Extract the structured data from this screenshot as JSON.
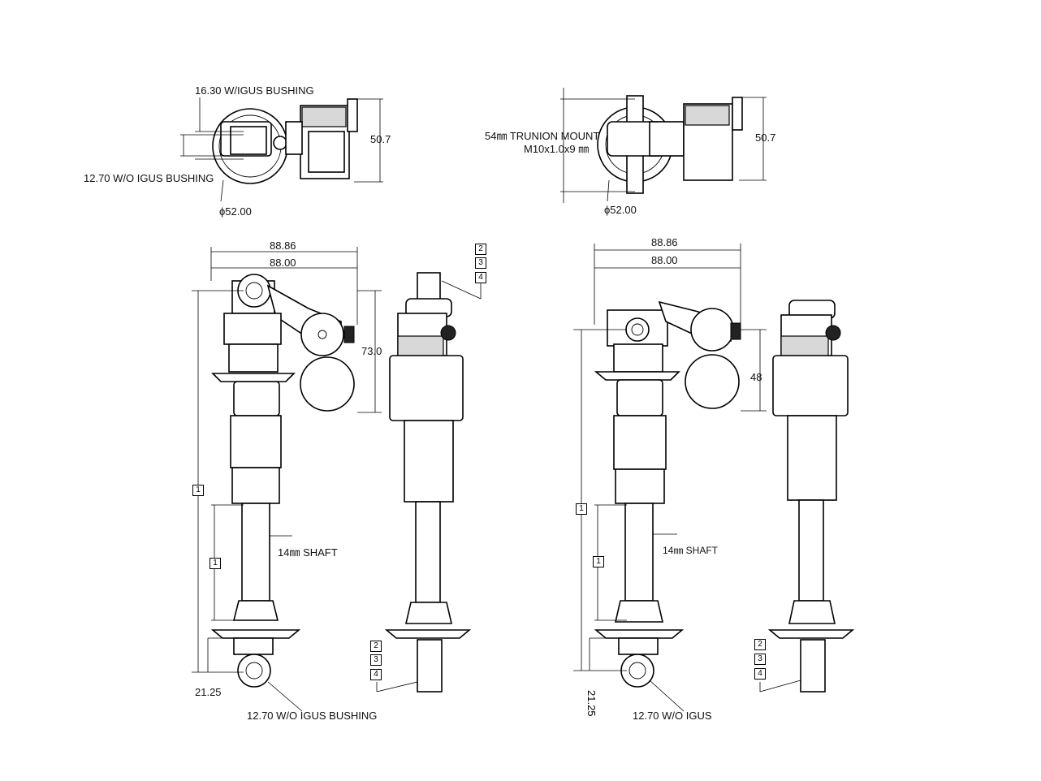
{
  "left": {
    "top_view": {
      "bushing_with": "16.30 W/IGUS BUSHING",
      "bushing_without": "12.70 W/O IGUS BUSHING",
      "diameter": "ϕ52.00",
      "height": "50.7"
    },
    "front": {
      "width_outer": "88.86",
      "width_inner": "88.00",
      "height_right": "73.0",
      "shaft": "14㎜ SHAFT",
      "eye_offset": "21.25",
      "bottom_bushing": "12.70 W/O IGUS BUSHING",
      "ref_1": "1",
      "ref_1b": "1"
    },
    "side_refs_top": [
      "2",
      "3",
      "4"
    ],
    "side_refs_bottom": [
      "2",
      "3",
      "4"
    ]
  },
  "right": {
    "top_view": {
      "trunion": "54㎜ TRUNION MOUNT",
      "thread": "M10x1.0x9 ㎜",
      "diameter": "ϕ52.00",
      "height": "50.7"
    },
    "front": {
      "width_outer": "88.86",
      "width_inner": "88.00",
      "height_right": "48",
      "shaft": "14㎜ SHAFT",
      "eye_offset": "21.25",
      "bottom_bushing": "12.70 W/O IGUS",
      "ref_1": "1",
      "ref_1b": "1"
    },
    "side_refs_bottom": [
      "2",
      "3",
      "4"
    ]
  }
}
